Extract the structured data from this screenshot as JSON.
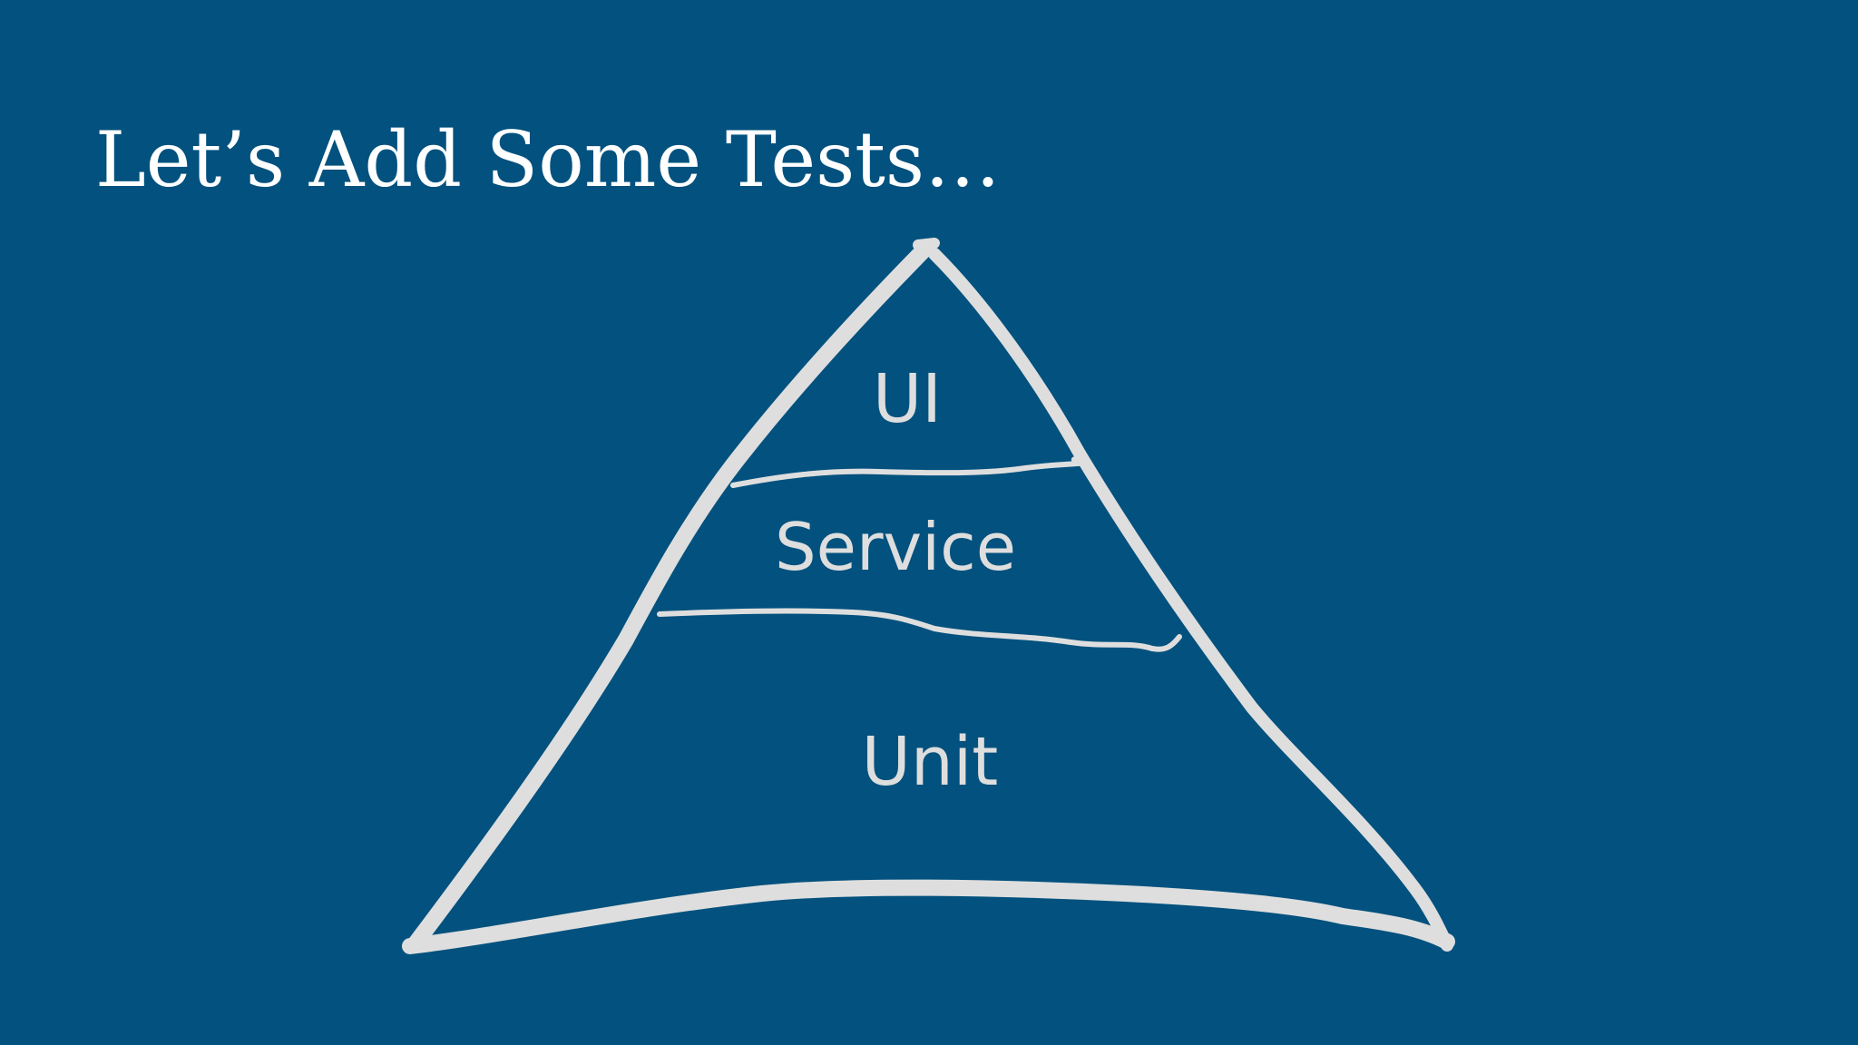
{
  "slide": {
    "title": "Let’s Add Some Tests…",
    "background_color": "#02517e",
    "text_color": "#ffffff",
    "drawing_color": "#dedede"
  },
  "pyramid": {
    "tiers": [
      {
        "label": "UI"
      },
      {
        "label": "Service"
      },
      {
        "label": "Unit"
      }
    ]
  }
}
